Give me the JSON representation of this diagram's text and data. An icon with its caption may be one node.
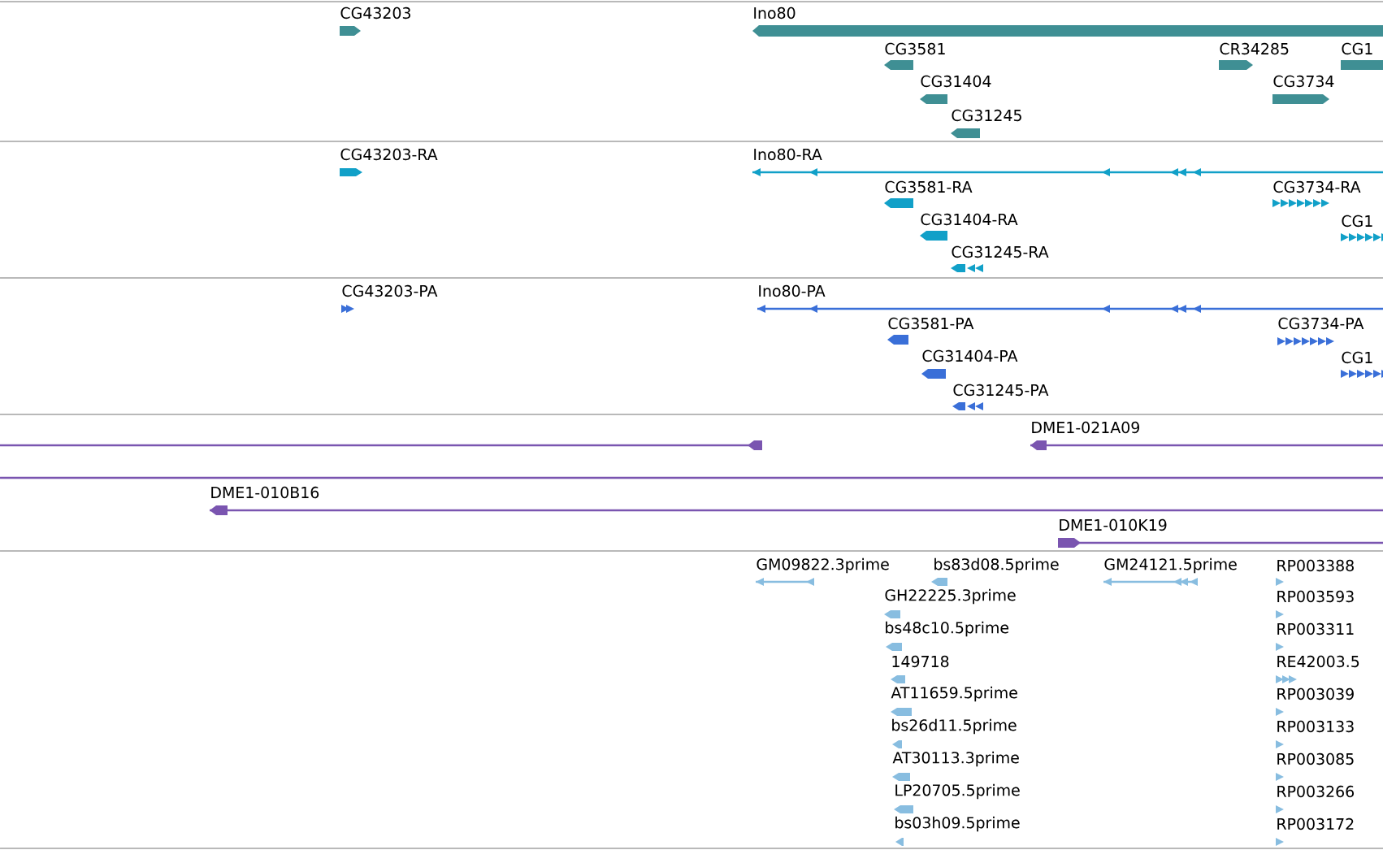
{
  "diagram": {
    "labels": [
      "CG43203",
      "Ino80",
      "CG3581",
      "CR34285",
      "CG1",
      "CG31404",
      "CG3734",
      "CG31245",
      "CG43203-RA",
      "Ino80-RA",
      "CG3581-RA",
      "CG3734-RA",
      "CG31404-RA",
      "CG1",
      "CG31245-RA",
      "CG43203-PA",
      "Ino80-PA",
      "CG3581-PA",
      "CG3734-PA",
      "CG31404-PA",
      "CG1",
      "CG31245-PA",
      "DME1-021A09",
      "DME1-010B16",
      "DME1-010K19",
      "GM09822.3prime",
      "bs83d08.5prime",
      "GM24121.5prime",
      "RP003388",
      "GH22225.3prime",
      "RP003593",
      "bs48c10.5prime",
      "RP003311",
      "149718",
      "RE42003.5",
      "AT11659.5prime",
      "RP003039",
      "bs26d11.5prime",
      "RP003133",
      "AT30113.3prime",
      "RP003085",
      "LP20705.5prime",
      "RP003266",
      "bs03h09.5prime",
      "RP003172"
    ]
  }
}
